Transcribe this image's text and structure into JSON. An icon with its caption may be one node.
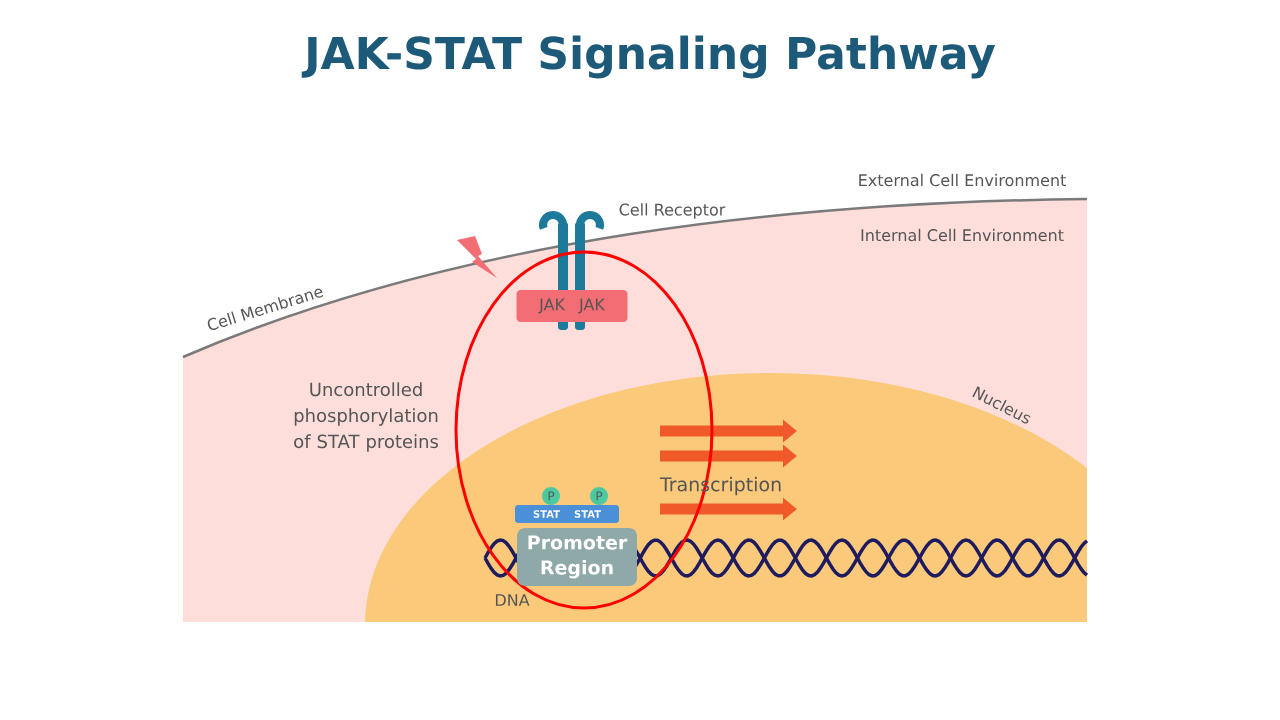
{
  "diagram": {
    "title": "JAK-STAT Signaling Pathway",
    "nodes": [
      {
        "text": [
          "JAK",
          "JAK"
        ]
      },
      {
        "text": [
          "STAT",
          "STAT"
        ]
      },
      {
        "text": [
          "P"
        ]
      },
      {
        "text": [
          "P"
        ]
      },
      {
        "text": [
          "Promoter Region"
        ]
      }
    ],
    "labels": [
      "External Cell Environment",
      "Cell Receptor",
      "Internal Cell Environment",
      "Cell Membrane",
      "Uncontrolled phosphorylation of STAT proteins",
      "Nucleus",
      "Transcription",
      "DNA"
    ]
  }
}
